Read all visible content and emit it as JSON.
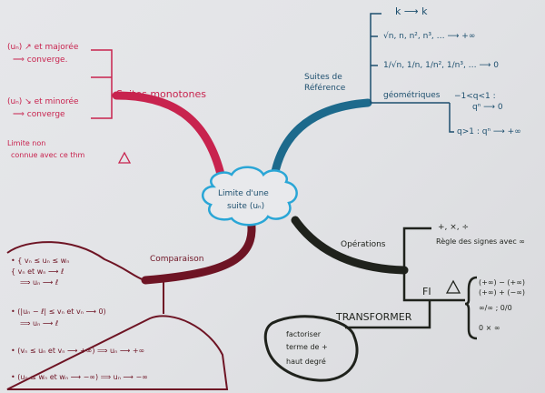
{
  "center": {
    "line1": "Limite d'une",
    "line2": "suite (uₙ)"
  },
  "monotones": {
    "title": "Suites monotones",
    "items": [
      "(uₙ) ↗ et majorée",
      "⟹ converge.",
      "(uₙ) ↘ et minorée",
      "⟹ converge",
      "Limite non",
      "connue avec ce thm"
    ],
    "warning": "⚠"
  },
  "reference": {
    "title1": "Suites de",
    "title2": "Référence",
    "items": [
      "k ⟶ k",
      "√n, n, n², n³, … ⟶ +∞",
      "1/√n, 1/n, 1/n², 1/n³, … ⟶ 0",
      "géométriques"
    ],
    "geo": [
      "−1<q<1 :",
      "qⁿ ⟶ 0",
      "q>1 : qⁿ ⟶ +∞"
    ]
  },
  "comparaison": {
    "title": "Comparaison",
    "items": [
      "• { vₙ ≤ uₙ ≤ wₙ",
      "  { vₙ et wₙ ⟶ ℓ",
      "⟹ uₙ ⟶ ℓ",
      "• (|uₙ − ℓ| ≤ vₙ et vₙ ⟶ 0)",
      "⟹ uₙ ⟶ ℓ",
      "• (vₙ ≤ uₙ et vₙ ⟶ +∞) ⟹ uₙ ⟶ +∞",
      "• (uₙ ≤ wₙ et wₙ ⟶ −∞) ⟹ uₙ ⟶ −∞"
    ]
  },
  "operations": {
    "title": "Opérations",
    "items": [
      "+, ×, ÷",
      "Règle des signes avec ∞"
    ],
    "fi": "FI",
    "warning": "⚠",
    "fi_items": [
      "(+∞) − (+∞)",
      "(+∞) + (−∞)",
      "∞/∞ ; 0/0",
      "0 × ∞"
    ],
    "transform": "TRANSFORMER",
    "bubble": [
      "factoriser",
      "terme de +",
      "haut degré"
    ]
  },
  "colors": {
    "red": "#c8234e",
    "blue": "#1d6a8c",
    "brown": "#6e1424",
    "black": "#1f221c",
    "cloud": "#2aa6d6"
  }
}
